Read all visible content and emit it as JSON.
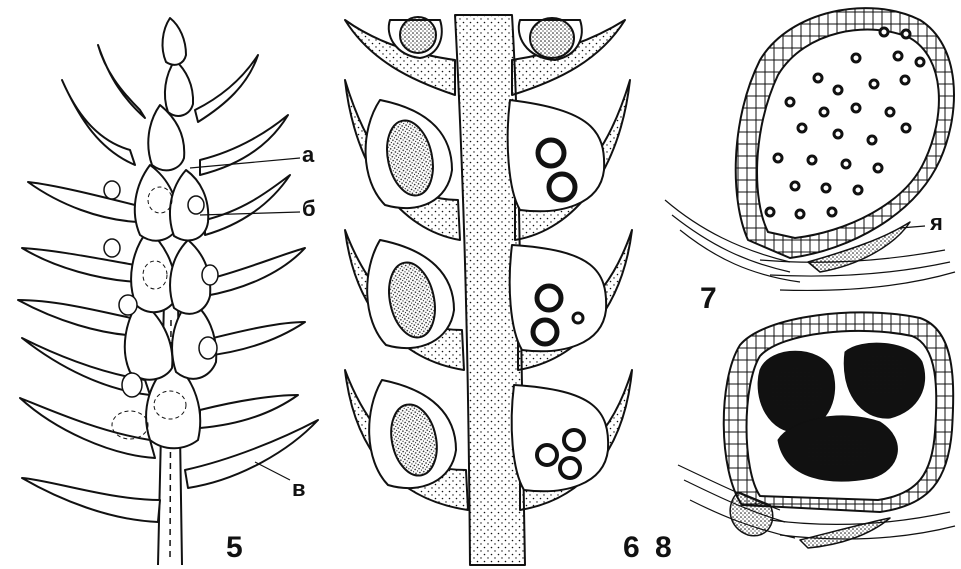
{
  "figures": [
    {
      "number": "5",
      "parts": [
        "а",
        "б",
        "в"
      ]
    },
    {
      "number": "6"
    },
    {
      "number": "7",
      "parts": [
        "я"
      ]
    },
    {
      "number": "8"
    }
  ],
  "colors": {
    "ink": "#111111",
    "paper": "#ffffff"
  }
}
